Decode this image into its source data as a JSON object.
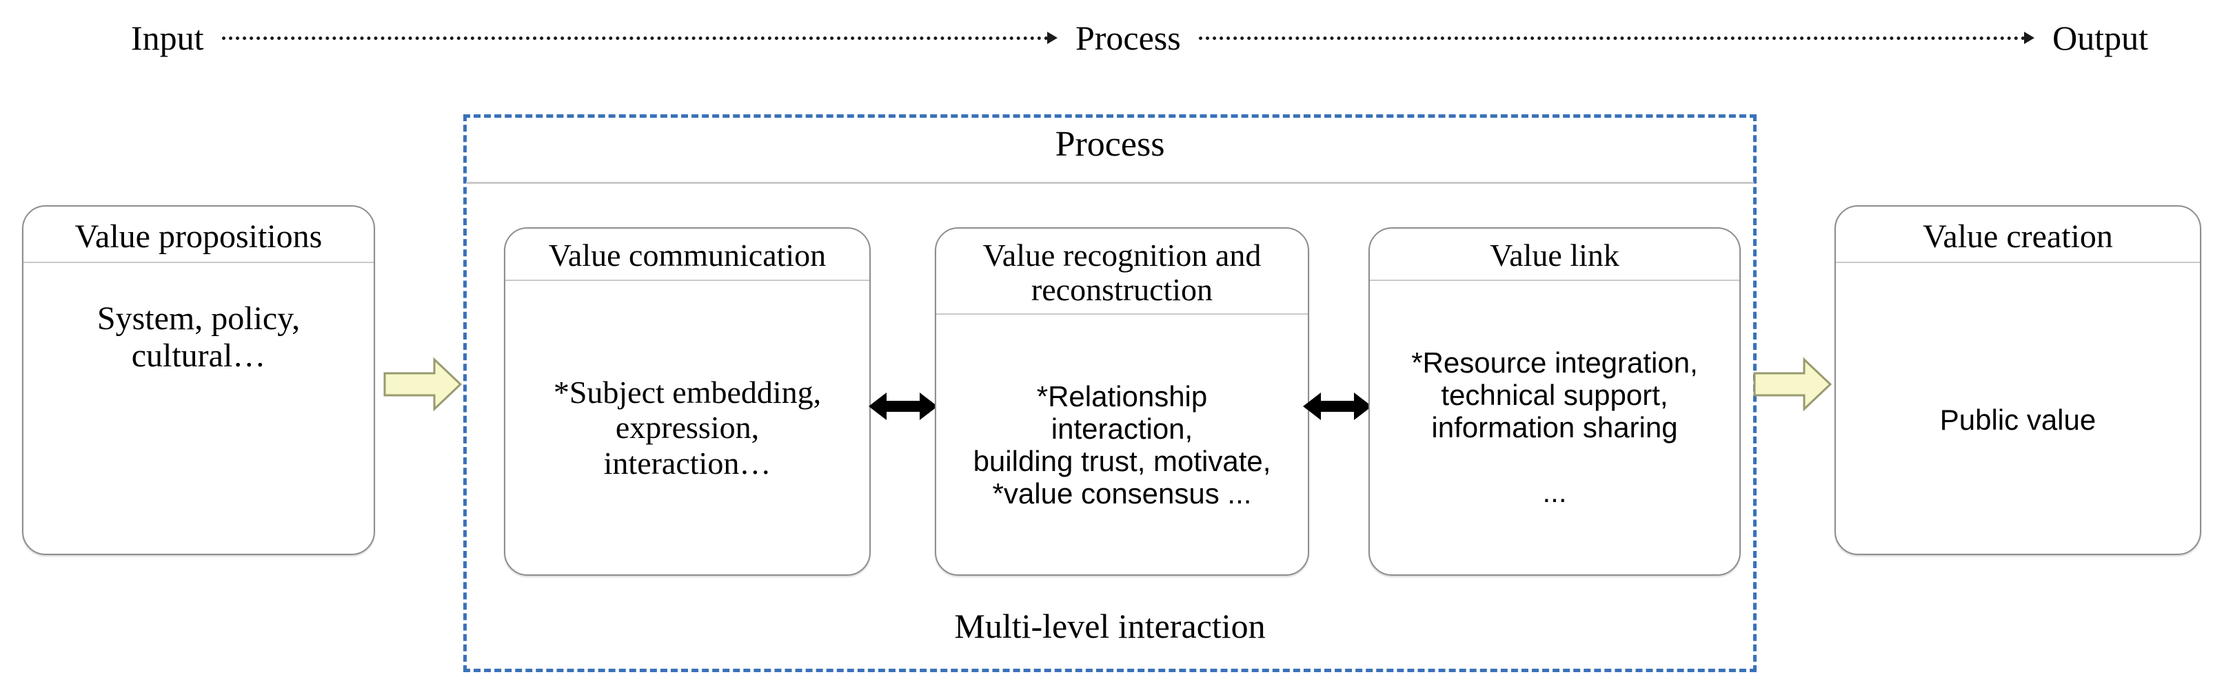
{
  "flow": {
    "input_label": "Input",
    "process_label": "Process",
    "output_label": "Output"
  },
  "process_container": {
    "title": "Process",
    "footer": "Multi-level interaction",
    "border_color": "#3a72b8"
  },
  "input_node": {
    "header": "Value\npropositions",
    "body": "System, policy,\ncultural…"
  },
  "output_node": {
    "header": "Value\ncreation",
    "body": "Public value"
  },
  "process_nodes": [
    {
      "header": "Value\ncommunication",
      "body": "*Subject embedding,\nexpression,\ninteraction…"
    },
    {
      "header": "Value recognition\nand reconstruction",
      "body": "*Relationship\ninteraction,\nbuilding trust, motivate,\n*value consensus ..."
    },
    {
      "header": "Value link",
      "body": "*Resource integration,\ntechnical support,\ninformation sharing\n\n..."
    }
  ],
  "colors": {
    "arrow_fill": "#f7f7c9",
    "arrow_stroke": "#9a9a72",
    "node_border": "#8e8e8e",
    "divider": "#c9c9c9",
    "dashed_blue": "#3a72b8"
  }
}
